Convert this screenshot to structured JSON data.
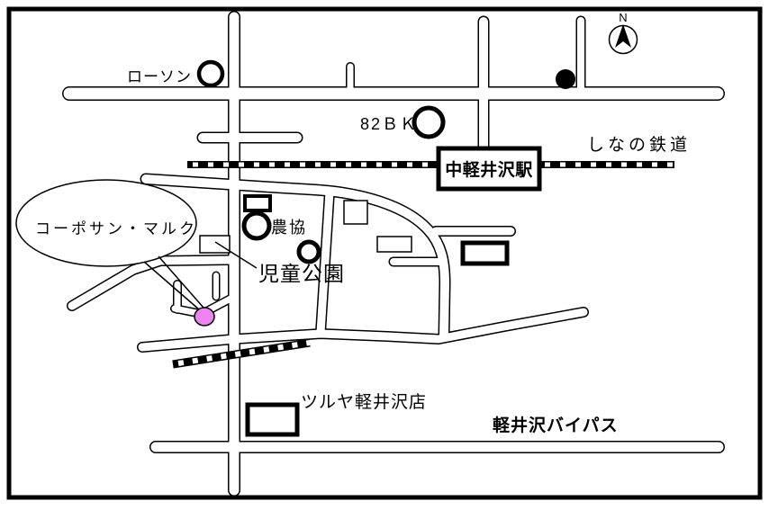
{
  "map": {
    "labels": {
      "convenience_store": "ローソン",
      "bank": "82ＢＫ",
      "railway_line": "しなの鉄道",
      "station": "中軽井沢駅",
      "agricultural_coop": "農協",
      "children_park": "児童公園",
      "destination": "コーポサン・マルク",
      "supermarket": "ツルヤ軽井沢店",
      "bypass_road": "軽井沢バイパス",
      "compass_north": "N"
    },
    "colors": {
      "ink": "#000000",
      "background": "#FFFFFF",
      "destination_marker": "#EE82EE"
    }
  }
}
